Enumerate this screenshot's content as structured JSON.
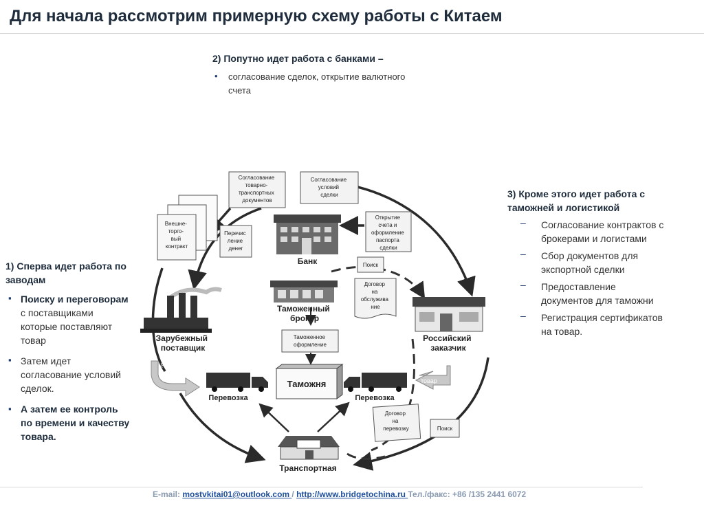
{
  "title": "Для начала рассмотрим примерную схему работы с Китаем",
  "block2": {
    "heading": "2) Попутно идет работа с банками –",
    "items": [
      "согласование сделок, открытие валютного",
      "счета"
    ]
  },
  "block1": {
    "heading": [
      "1) Сперва идет работа по",
      "заводам"
    ],
    "items": [
      {
        "lines": [
          "Поиску и переговорам",
          "с поставщиками",
          "которые поставляют",
          "товар"
        ]
      },
      {
        "lines": [
          "Затем идет",
          "согласование условий",
          "сделок."
        ]
      },
      {
        "lines": [
          "А затем ее контроль",
          "по времени и качеству",
          "товара."
        ]
      }
    ]
  },
  "block3": {
    "heading": [
      "3) Кроме этого идет работа с",
      "таможней и логистикой"
    ],
    "items": [
      {
        "lines": [
          "Согласование контрактов с",
          "брокерами и логистами"
        ]
      },
      {
        "lines": [
          "Сбор документов для",
          "экспортной сделки"
        ]
      },
      {
        "lines": [
          "Предоставление",
          "документов для таможни"
        ]
      },
      {
        "lines": [
          "Регистрация сертификатов",
          "на товар."
        ]
      }
    ]
  },
  "diagram": {
    "doc_ttn": [
      "Согласование",
      "товарно-",
      "транспортных",
      "документов"
    ],
    "doc_terms": [
      "Согласование",
      "условий",
      "сделки"
    ],
    "doc_contract": [
      "Внешне-",
      "торго-",
      "вый",
      "контракт"
    ],
    "doc_transfer": [
      "Перечис",
      "ление",
      "денег"
    ],
    "doc_account": [
      "Открытие",
      "счета и",
      "оформление",
      "паспорта",
      "сделки"
    ],
    "doc_search1": "Поиск",
    "doc_service": [
      "Договор",
      "на",
      "обслужива",
      "ние"
    ],
    "doc_customs_clear": [
      "Таможенное",
      "оформление"
    ],
    "doc_transport_contract": [
      "Договор",
      "на",
      "перевозку"
    ],
    "doc_search2": "Поиск",
    "bank": "Банк",
    "broker": [
      "Таможенный",
      "брокер"
    ],
    "supplier": [
      "Зарубежный",
      "поставщик"
    ],
    "customer": [
      "Российский",
      "заказчик"
    ],
    "customs": "Таможня",
    "transport_left": "Перевозка",
    "transport_right": "Перевозка",
    "transport_company": "Транспортная",
    "goods_left": "товар",
    "goods_right": "товар"
  },
  "footer": {
    "email_label": "E-mail: ",
    "email": "mostvkitai01@outlook.com ",
    "sep": "/ ",
    "site": "http://www.bridgetochina.ru ",
    "phone": "Тел./факс: +86 /135 2441 6072"
  }
}
